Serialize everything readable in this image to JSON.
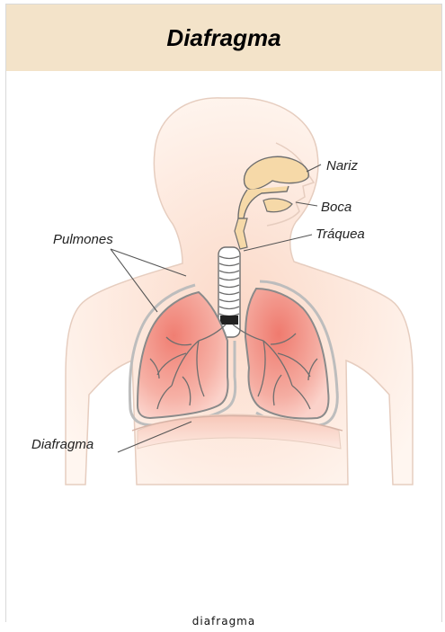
{
  "header": {
    "title": "Diafragma"
  },
  "diagram": {
    "labels": {
      "nariz": "Nariz",
      "boca": "Boca",
      "traquea": "Tráquea",
      "pulmones": "Pulmones",
      "diafragma": "Diafragma"
    }
  },
  "caption": {
    "text": "diafragma"
  },
  "colors": {
    "header_bg": "#f3e3c9",
    "body_fill": "#fbe7dc",
    "lung_fill": "#f29a8e",
    "nasal_fill": "#f6d9a8"
  }
}
